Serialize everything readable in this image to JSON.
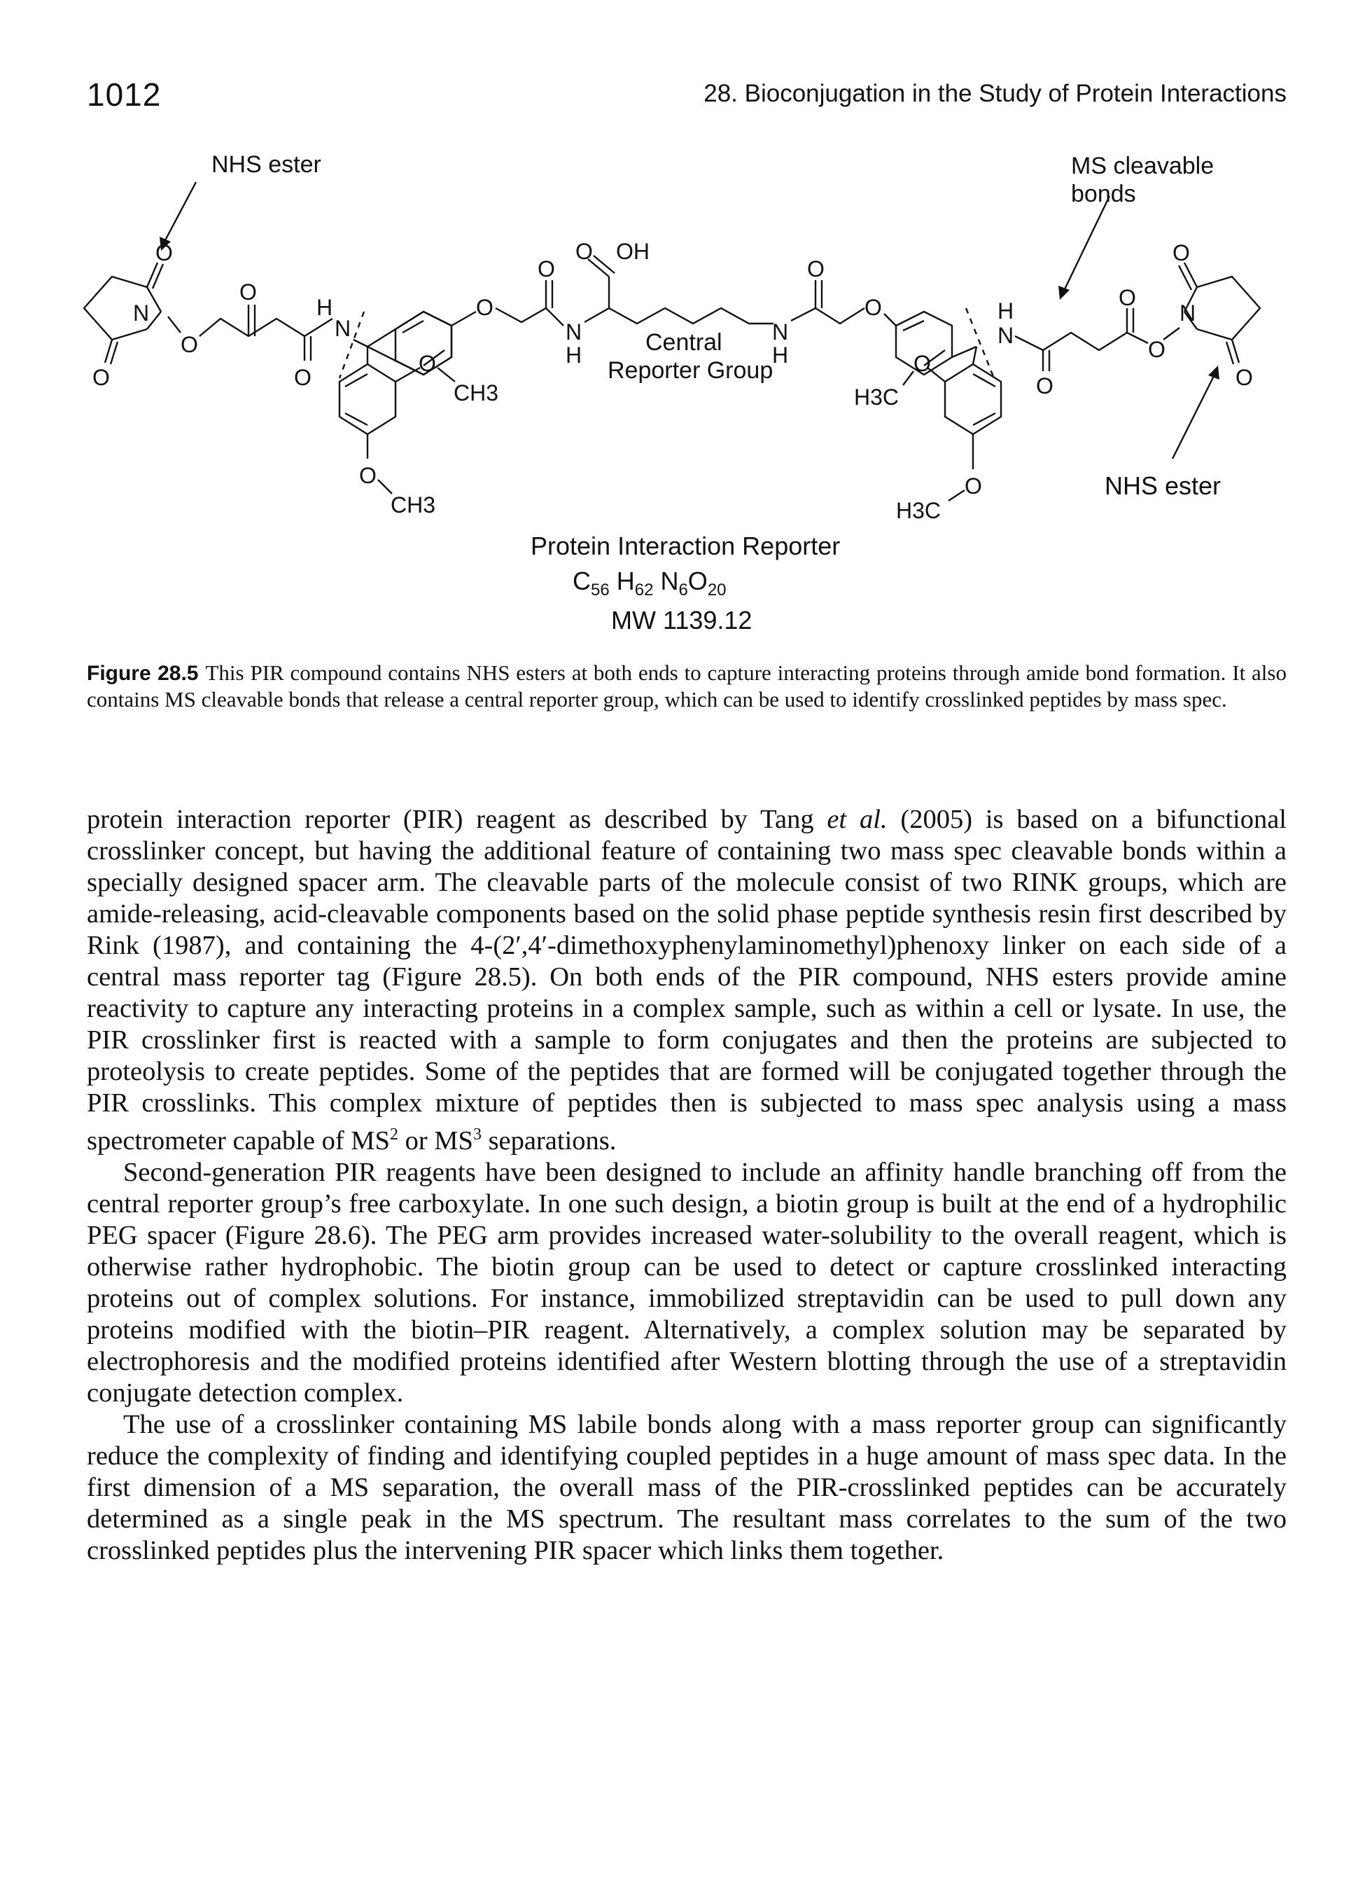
{
  "header": {
    "page_number": "1012",
    "running_head": "28. Bioconjugation in the Study of Protein Interactions"
  },
  "figure": {
    "labels": {
      "nhs_ester_left": "NHS ester",
      "nhs_ester_right": "NHS ester",
      "ms_cleavable_line1": "MS cleavable",
      "ms_cleavable_line2": "bonds",
      "central_line1": "Central",
      "central_line2": "Reporter Group"
    },
    "atoms": {
      "O": "O",
      "N": "N",
      "H": "H",
      "OH": "OH",
      "CH3": "CH3",
      "H3C": "H3C"
    },
    "compound_name": "Protein Interaction Reporter",
    "formula": "C56H62N6O20",
    "formula_parts": [
      "C",
      "56",
      "H",
      "62",
      "N",
      "6",
      "O",
      "20"
    ],
    "mw": "MW 1139.12"
  },
  "caption": {
    "label": "Figure 28.5",
    "text": "This PIR compound contains NHS esters at both ends to capture interacting proteins through amide bond formation. It also contains MS cleavable bonds that release a central reporter group, which can be used to identify crosslinked peptides by mass spec."
  },
  "body": {
    "p1_a": "protein interaction reporter (PIR) reagent as described by Tang ",
    "p1_etal": "et al.",
    "p1_b": " (2005) is based on a bifunctional crosslinker concept, but having the additional feature of containing two mass spec cleavable bonds within a specially designed spacer arm. The cleavable parts of the molecule consist of two RINK groups, which are amide-releasing, acid-cleavable components based on the solid phase peptide synthesis resin first described by Rink (1987), and containing the 4-(2′,4′-dimethoxyphenylaminomethyl)phenoxy linker on each side of a central mass reporter tag (Figure 28.5). On both ends of the PIR compound, NHS esters provide amine reactivity to capture any interacting proteins in a complex sample, such as within a cell or lysate. In use, the PIR crosslinker first is reacted with a sample to form conjugates and then the proteins are subjected to proteolysis to create peptides. Some of the peptides that are formed will be conjugated together through the PIR crosslinks. This complex mixture of peptides then is subjected to mass spec analysis using a mass spectrometer capable of MS",
    "p1_sup1": "2",
    "p1_c": " or MS",
    "p1_sup2": "3",
    "p1_d": " separations.",
    "p2": "Second-generation PIR reagents have been designed to include an affinity handle branching off from the central reporter group’s free carboxylate. In one such design, a biotin group is built at the end of a hydrophilic PEG spacer (Figure 28.6). The PEG arm provides increased water-solubility to the overall reagent, which is otherwise rather hydrophobic. The biotin group can be used to detect or capture crosslinked interacting proteins out of complex solutions. For instance, immobilized streptavidin can be used to pull down any proteins modified with the biotin–PIR reagent. Alternatively, a complex solution may be separated by electrophoresis and the modified proteins identified after Western blotting through the use of a streptavidin conjugate detection complex.",
    "p3": "The use of a crosslinker containing MS labile bonds along with a mass reporter group can significantly reduce the complexity of finding and identifying coupled peptides in a huge amount of mass spec data. In the first dimension of a MS separation, the overall mass of the PIR-crosslinked peptides can be accurately determined as a single peak in the MS spectrum. The resultant mass correlates to the sum of the two crosslinked peptides plus the intervening PIR spacer which links them together."
  }
}
